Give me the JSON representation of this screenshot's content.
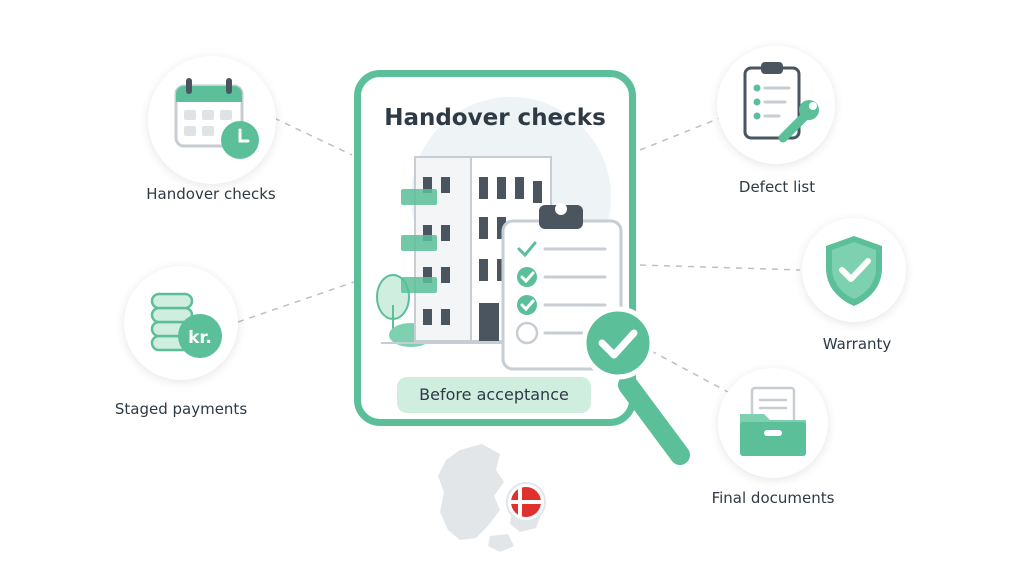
{
  "colors": {
    "accent": "#5bbf99",
    "accent_light": "#cfeee0",
    "text": "#2e3a45",
    "flag_red": "#e0312f",
    "map_gray": "#e3e6e9"
  },
  "center": {
    "title": "Handover checks",
    "badge": "Before acceptance",
    "icons": [
      "building-illustration",
      "clipboard-icon",
      "checkmark-icon",
      "magnifier-icon"
    ]
  },
  "nodes": {
    "calendar": {
      "label": "Handover checks",
      "icon": "calendar-clock-icon"
    },
    "payments": {
      "label": "Staged payments",
      "icon": "coin-stack-icon",
      "badge_text": "kr."
    },
    "defects": {
      "label": "Defect list",
      "icon": "clipboard-wrench-icon"
    },
    "warranty": {
      "label": "Warranty",
      "icon": "shield-check-icon"
    },
    "documents": {
      "label": "Final documents",
      "icon": "folder-documents-icon"
    }
  },
  "footer": {
    "icons": [
      "denmark-map-icon",
      "danish-flag-icon"
    ]
  }
}
